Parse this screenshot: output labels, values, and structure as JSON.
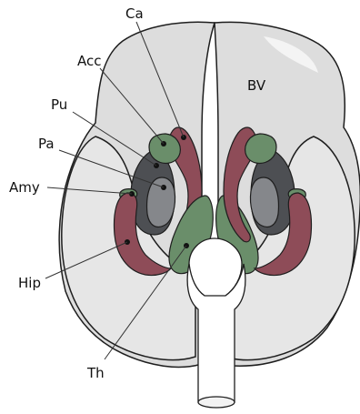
{
  "labels": {
    "ca": "Ca",
    "acc": "Acc",
    "bv": "BV",
    "pu": "Pu",
    "pa": "Pa",
    "amy": "Amy",
    "hip": "Hip",
    "th": "Th"
  },
  "colors": {
    "brain_fill": "#dcdcdc",
    "brain_light": "#eeeeee",
    "brain_outline": "#1e1e1e",
    "caudate_red": "#8e4c58",
    "accumbens_green": "#6a8e6a",
    "putamen_dark": "#4d4f53",
    "pallidum_gray": "#85878b",
    "brainstem_white": "#ffffff",
    "marker_black": "#111111"
  }
}
